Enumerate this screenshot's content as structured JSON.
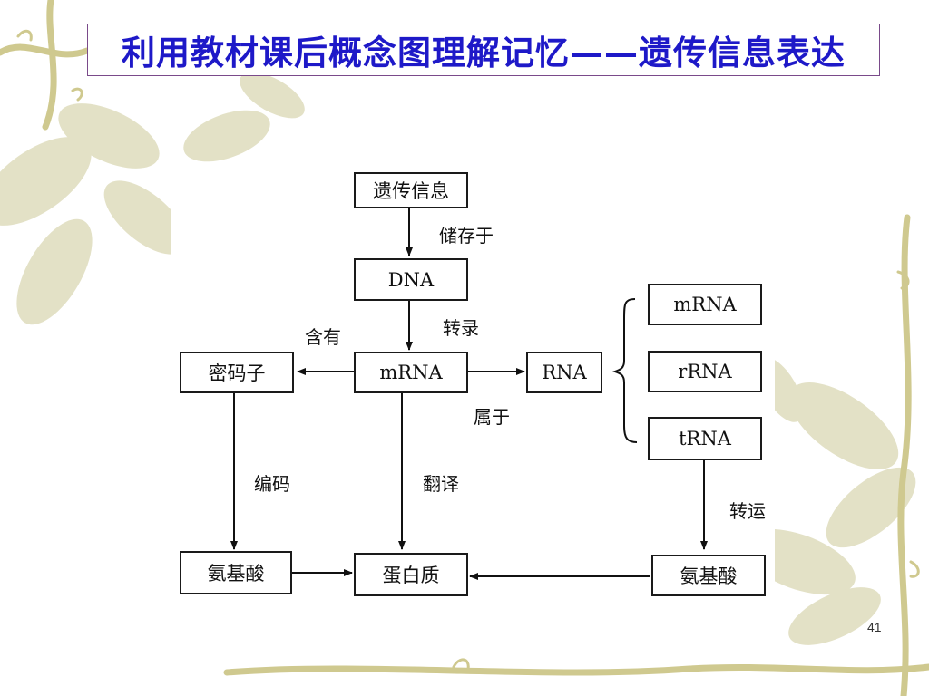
{
  "slide": {
    "title": "利用教材课后概念图理解记忆——遗传信息表达",
    "page_number": "41",
    "title_color": "#1e19c8"
  },
  "background": {
    "style": "beige vine and leaf ornament",
    "leaf_color": "#d8d7b2",
    "vine_color": "#c9c48a"
  },
  "diagram": {
    "nodes": {
      "genetic_info": "遗传信息",
      "dna": "DNA",
      "mrna_center": "mRNA",
      "codon": "密码子",
      "rna": "RNA",
      "mrna_type": "mRNA",
      "rrna_type": "rRNA",
      "trna_type": "tRNA",
      "amino_acid_left": "氨基酸",
      "protein": "蛋白质",
      "amino_acid_right": "氨基酸"
    },
    "edge_labels": {
      "stored_in": "储存于",
      "transcription": "转录",
      "contains": "含有",
      "belongs_to": "属于",
      "encodes": "编码",
      "translation": "翻译",
      "transports": "转运"
    }
  }
}
